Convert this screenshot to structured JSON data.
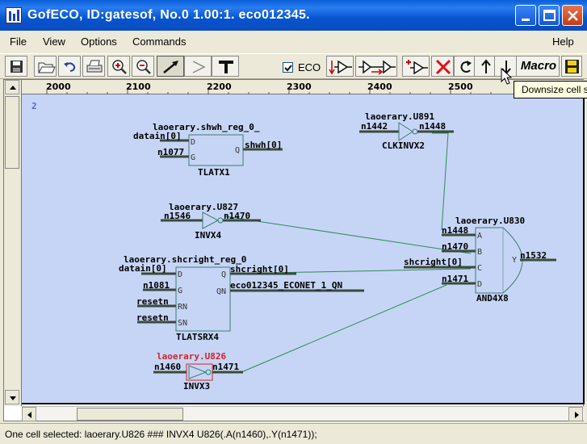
{
  "window": {
    "title": "GofECO, ID:gatesof, No.0 1.00:1. eco012345."
  },
  "menu": {
    "file": "File",
    "view": "View",
    "options": "Options",
    "commands": "Commands",
    "help": "Help"
  },
  "toolbar": {
    "eco_label": "ECO",
    "eco_checked": true,
    "macro_label": "Macro",
    "tooltip": "Downsize cell size"
  },
  "ruler": {
    "x_ticks": [
      "2000",
      "2100",
      "2200",
      "2300",
      "2400",
      "2500"
    ]
  },
  "page_label": "2",
  "schematic": {
    "latch1": {
      "instance": "laoerary.shwh_reg_0_",
      "type": "TLATX1",
      "pin_d": "D",
      "pin_g": "G",
      "pin_q": "Q",
      "net_d": "datain[0]",
      "net_g": "n1077",
      "net_q": "shwh[0]"
    },
    "clkinv": {
      "instance": "laoerary.U891",
      "type": "CLKINVX2",
      "net_in": "n1442",
      "net_out": "n1448"
    },
    "inv827": {
      "instance": "laoerary.U827",
      "type": "INVX4",
      "net_in": "n1546",
      "net_out": "n1470"
    },
    "latch2": {
      "instance": "laoerary.shcright_reg_0",
      "type": "TLATSRX4",
      "pin_d": "D",
      "pin_g": "G",
      "pin_rn": "RN",
      "pin_sn": "SN",
      "pin_q": "Q",
      "pin_qn": "QN",
      "net_d": "datain[0]",
      "net_g": "n1081",
      "net_rn": "resetn",
      "net_sn": "resetn",
      "net_q": "shcright[0]",
      "net_qn": "eco012345_ECONET_1_QN"
    },
    "and830": {
      "instance": "laoerary.U830",
      "type": "AND4X8",
      "pin_a": "A",
      "pin_b": "B",
      "pin_c": "C",
      "pin_d": "D",
      "pin_y": "Y",
      "net_a": "n1448",
      "net_b": "n1470",
      "net_c": "shcright[0]",
      "net_d": "n1471",
      "net_y": "n1532"
    },
    "inv826": {
      "instance": "laoerary.U826",
      "type": "INVX3",
      "net_in": "n1460",
      "net_out": "n1471",
      "selected": true
    }
  },
  "status": {
    "text": "One cell selected: laoerary.U826 ### INVX4 U826(.A(n1460),.Y(n1471));"
  },
  "colors": {
    "canvas": "#c6d5f5",
    "wire": "#2f8a5a",
    "cell_outline": "#3d7a72",
    "selected": "#d0242c",
    "title_bar": "#0a5fd8"
  }
}
